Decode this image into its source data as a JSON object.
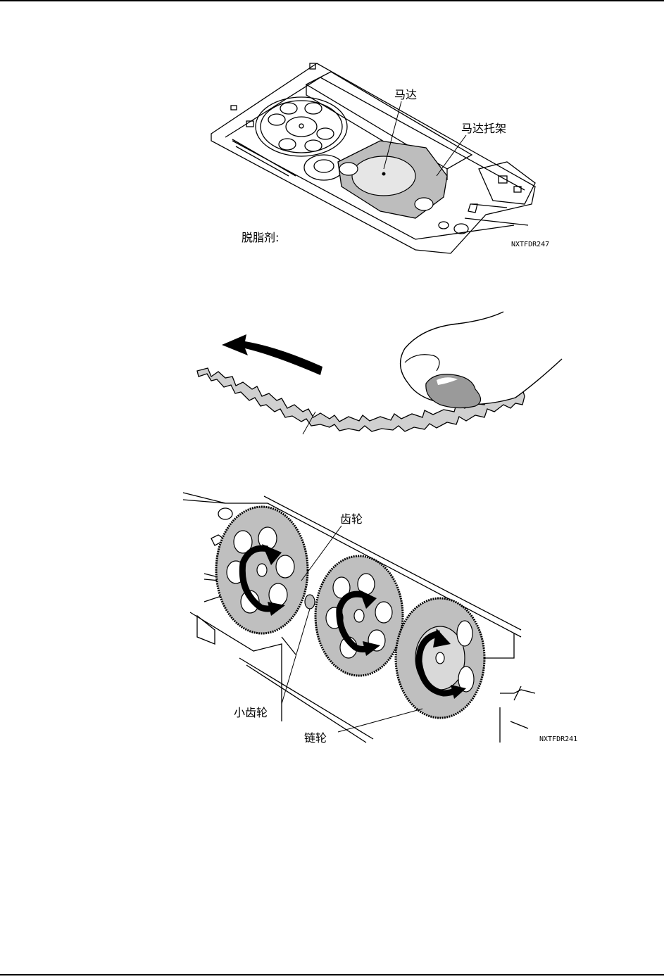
{
  "figure1": {
    "labels": {
      "motor": "马达",
      "motor_bracket": "马达托架",
      "degreaser": "脱脂剂:"
    },
    "code": "NXTFDR247"
  },
  "figure3": {
    "labels": {
      "gear": "齿轮",
      "small_gear": "小齿轮",
      "sprocket": "链轮"
    },
    "code": "NXTFDR241"
  }
}
